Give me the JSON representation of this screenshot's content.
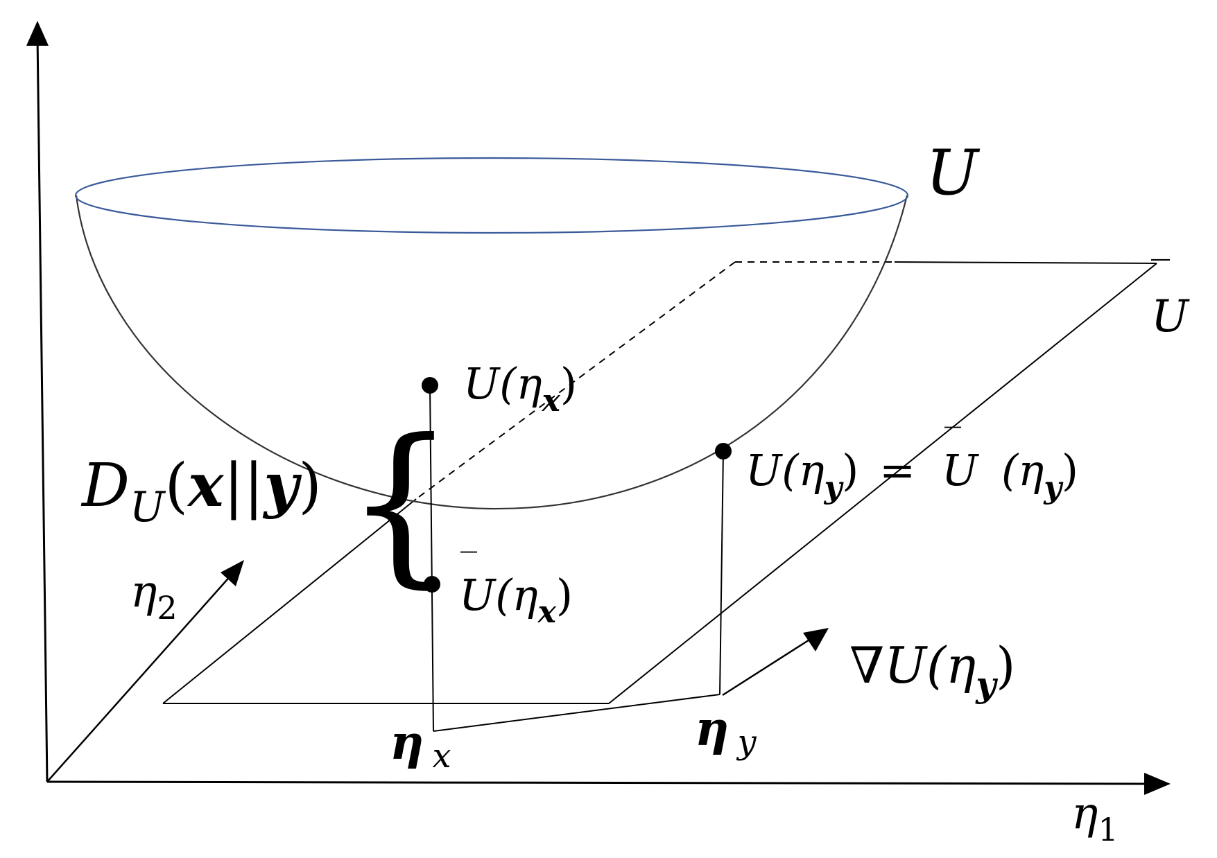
{
  "labels": {
    "surface": "U",
    "plane": "U",
    "plane_bar": "‾",
    "axis_x_symbol": "η",
    "axis_x_sub": "1",
    "axis_y_symbol": "η",
    "axis_y_sub": "2",
    "point_x_label": "U(η",
    "point_x_sub": "x",
    "point_x_close": ")",
    "point_y_label": "U(η",
    "point_y_sub": "y",
    "point_y_close": ")",
    "point_y_eq": "=",
    "point_y_plane": "U",
    "point_y_plane_open": "(η",
    "point_y_plane_sub": "y",
    "point_y_plane_close": ")",
    "point_xbar_label": "U(η",
    "point_xbar_sub": "x",
    "point_xbar_close": ")",
    "divergence_D": "D",
    "divergence_sub": "U",
    "divergence_open": "(",
    "divergence_x": "x",
    "divergence_sep": "||",
    "divergence_y": "y",
    "divergence_close": ")",
    "brace": "{",
    "gradient_nabla": "∇",
    "gradient_label": "U(η",
    "gradient_sub": "y",
    "gradient_close": ")",
    "eta_x_symbol": "η",
    "eta_x_sub": "x",
    "eta_y_symbol": "η",
    "eta_y_sub": "y"
  },
  "colors": {
    "ellipse_rim": "#3a5a9a",
    "ink": "#000000"
  }
}
